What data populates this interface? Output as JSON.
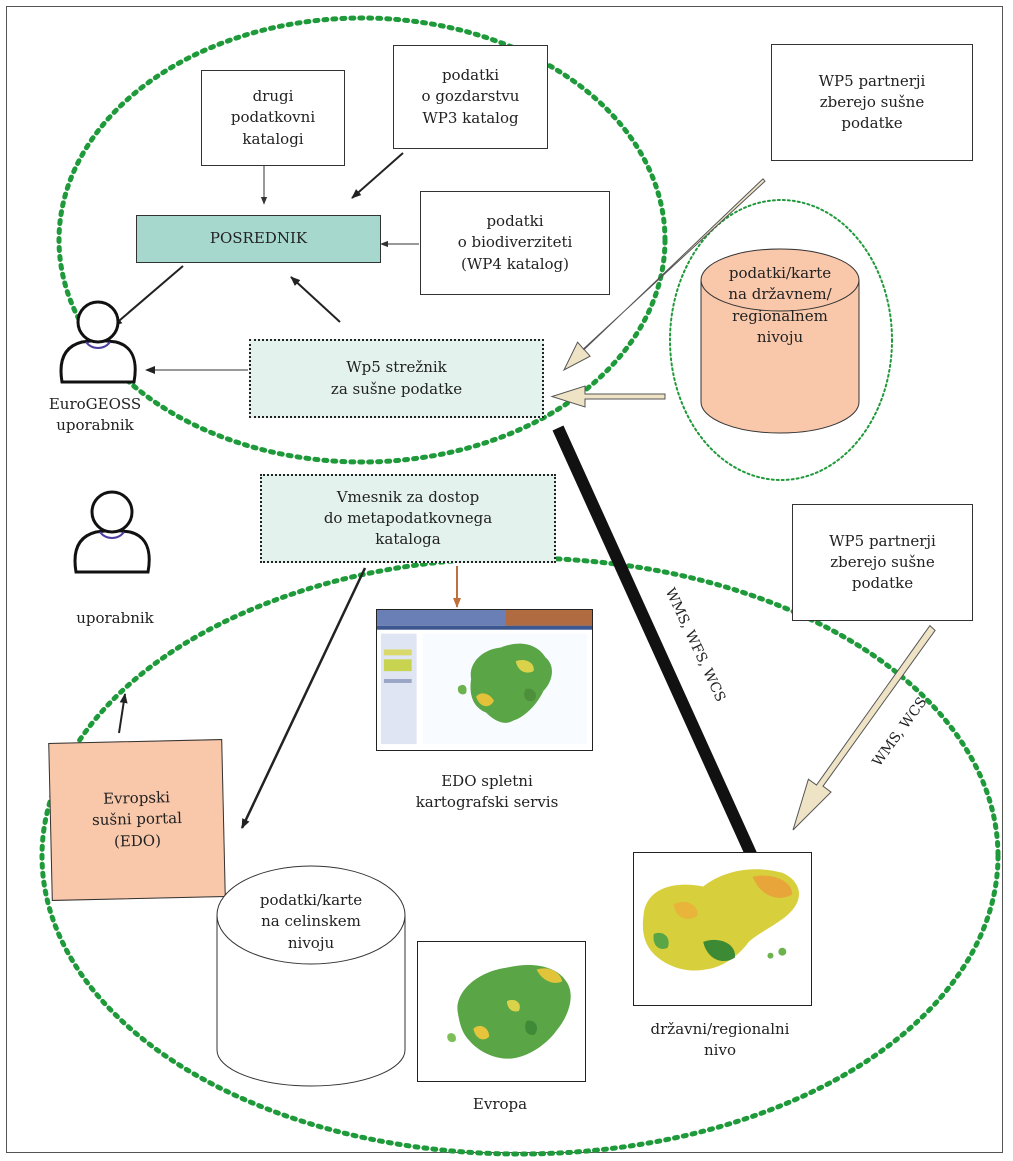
{
  "nodes": {
    "drugi_katalogi": "drugi\npodatkovni\nkatalogi",
    "gozdarstvo": "podatki\no gozdarstvu\nWP3 katalog",
    "wp5_partnerji_top": "WP5 partnerji\nzberejo sušne\npodatke",
    "posrednik": "POSREDNIK",
    "biodiverziteta": "podatki\no biodiverziteti\n(WP4 katalog)",
    "drzavni_podatki": "podatki/karte\nna državnem/\nregionalnem\nnivoju",
    "streznik": "Wp5 strežnik\nza sušne podatke",
    "vmesnik": "Vmesnik za dostop\ndo metapodatkovnega\nkataloga",
    "wp5_partnerji_bottom": "WP5 partnerji\nzberejo sušne\npodatke",
    "evropski_portal": "Evropski\nsušni portal\n(EDO)",
    "celinski_podatki": "podatki/karte\nna celinskem\nnivoju"
  },
  "labels": {
    "eurogeoss_user": "EuroGEOSS\nuporabnik",
    "user": "uporabnik",
    "edo_servis": "EDO spletni\nkartografski servis",
    "evropa": "Evropa",
    "drzavni_nivo": "državni/regionalni\nnivo"
  },
  "edge_labels": {
    "wms_wfs_wcs": "WMS, WFS, WCS",
    "wms_wcs": "WMS, WCS"
  },
  "colors": {
    "dotted_green": "#1f9a3a",
    "teal_box": "#a7d8ce",
    "mint_box": "#e3f2ec",
    "salmon": "#f9c8ab",
    "arrow_beige": "#e8dcc0",
    "arrow_brown": "#c0703a"
  }
}
